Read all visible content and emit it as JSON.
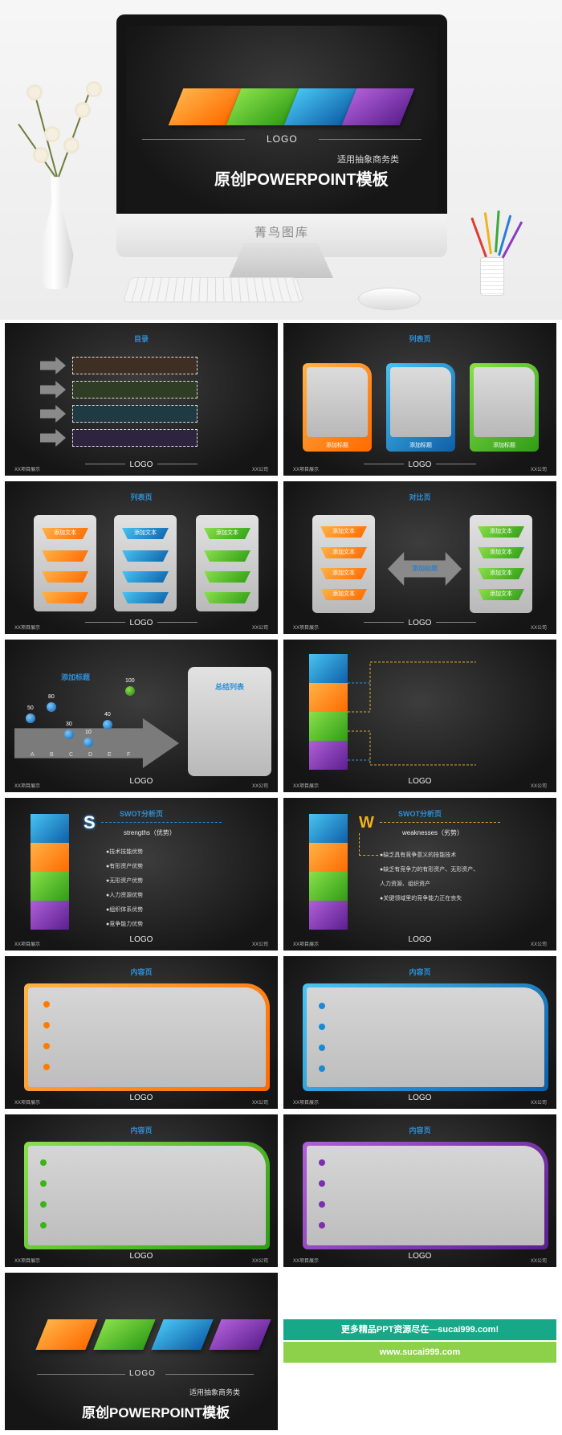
{
  "hero": {
    "logo": "LOGO",
    "subtitle": "适用抽象商务类",
    "title": "原创POWERPOINT模板",
    "watermark": "菁鸟图库"
  },
  "common": {
    "logo": "LOGO",
    "footer_left": "XX项目展示",
    "footer_right": "XX公司"
  },
  "slides": {
    "toc": {
      "title": "目录"
    },
    "list1": {
      "title": "列表页",
      "labels": [
        "添加标题",
        "添加标题",
        "添加标题"
      ]
    },
    "list2": {
      "title": "列表页",
      "header_label": "添加文本"
    },
    "compare": {
      "title": "对比页",
      "center_label": "添加标题",
      "item_label": "添加文本"
    },
    "scatter": {
      "heading": "添加标题",
      "summary": "总结列表",
      "values": [
        "50",
        "80",
        "30",
        "10",
        "40",
        "100"
      ],
      "letters": [
        "A",
        "B",
        "C",
        "D",
        "E",
        "F"
      ]
    },
    "swot_s": {
      "title": "SWOT分析页",
      "letter": "S",
      "heading": "strengths（优势）",
      "items": [
        "●技术技能优势",
        "●有形资产优势",
        "●无形资产优势",
        "●人力资源优势",
        "●组织体系优势",
        "●竞争能力优势"
      ]
    },
    "swot_w": {
      "title": "SWOT分析页",
      "letter": "W",
      "heading": "weaknesses（劣势）",
      "items": [
        "●缺乏具有竞争意义的技能技术",
        "●缺乏有竞争力的有形资产、无形资产、",
        "人力资源、组织资产",
        "●关键领域里的竞争能力正在丧失"
      ]
    },
    "content": {
      "title": "内容页"
    },
    "end": {
      "logo": "LOGO",
      "subtitle": "适用抽象商务类",
      "title": "原创POWERPOINT模板"
    }
  },
  "promo": {
    "line1": "更多精品PPT资源尽在—sucai999.com!",
    "line2": "www.sucai999.com"
  },
  "colors": {
    "orange": "#ff7a00",
    "green": "#3db31a",
    "blue": "#1a8ad6",
    "purple": "#7a2fb0",
    "teal": "#17a88a",
    "lime": "#8dd14a"
  }
}
